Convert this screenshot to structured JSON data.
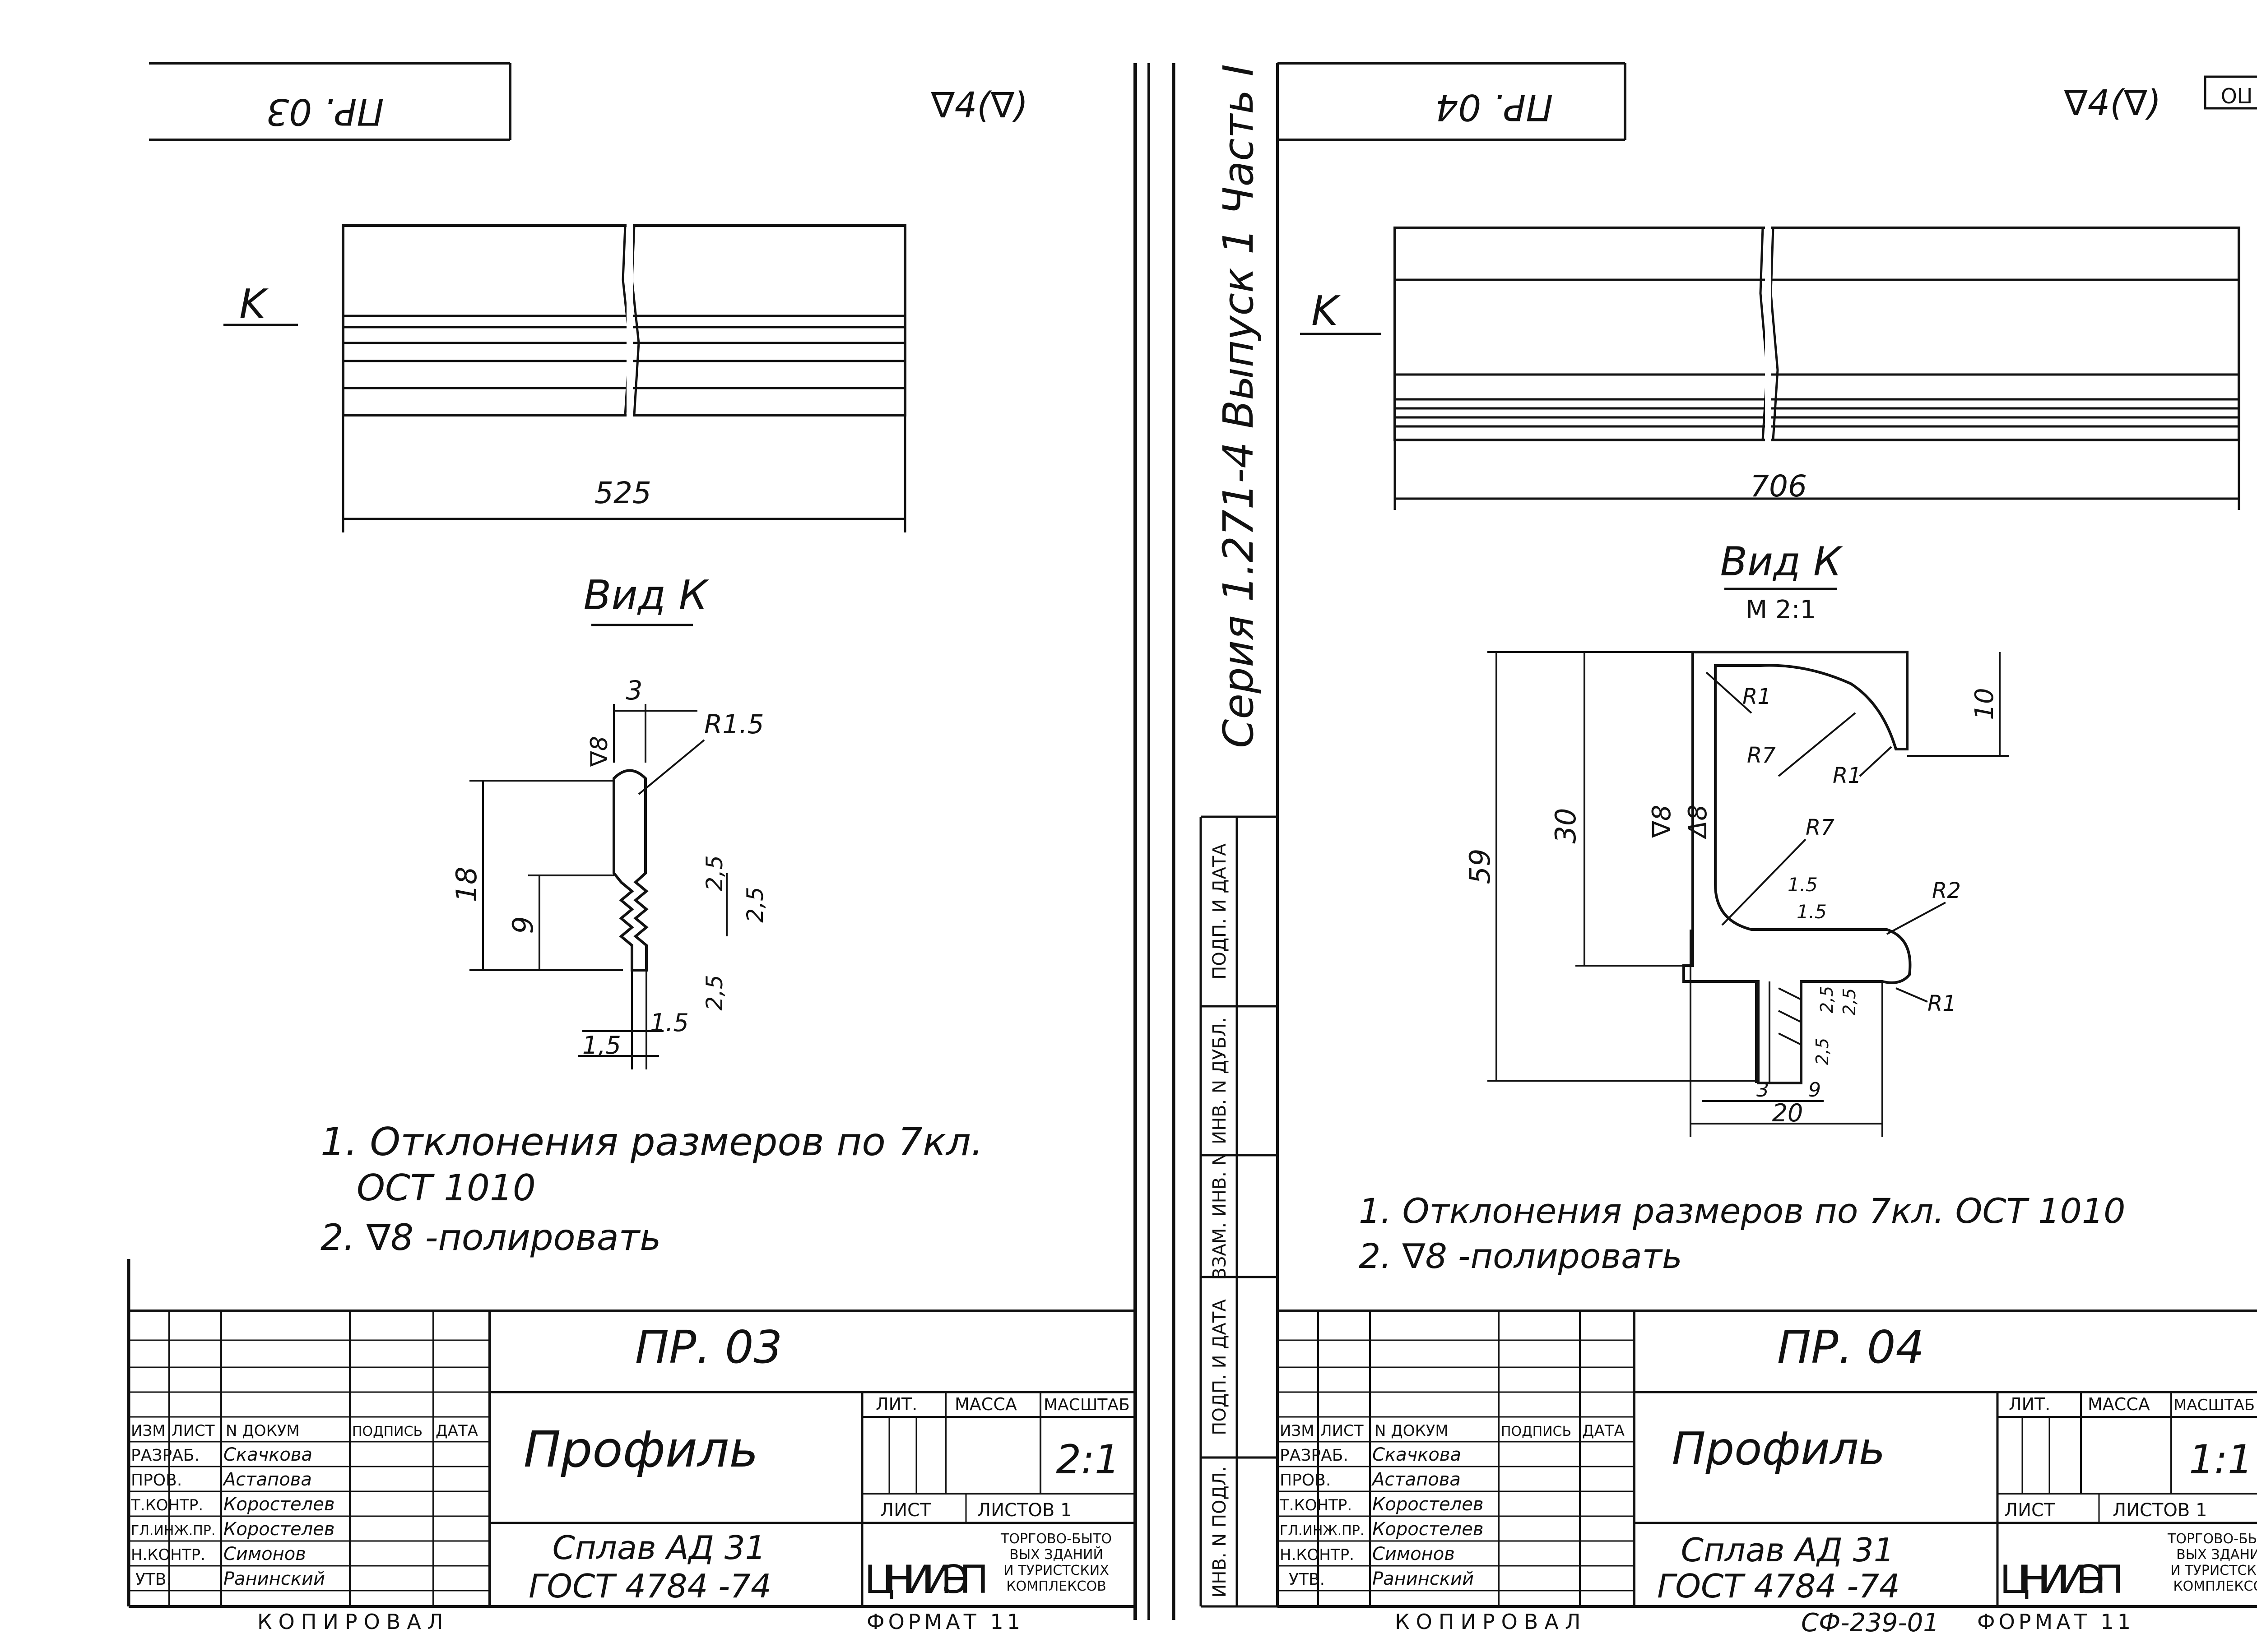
{
  "sheets": [
    {
      "tab": "ПР. 03",
      "roughness": "∇4(∇)",
      "length": "525",
      "view": "Вид К",
      "view_scale": "",
      "dims": {
        "w3": "3",
        "r15": "R1.5",
        "v8": "∇8",
        "h18": "18",
        "h9": "9",
        "d25a": "2,5",
        "d25b": "2,5",
        "d25c": "2,5",
        "d15a": "1.5",
        "d15b": "1,5"
      },
      "notes": [
        "1. Отклонения размеров по 7кл.",
        "ОСТ 1010",
        "2. ∇8 -полировать"
      ],
      "designation": "ПР. 03",
      "name": "Профиль",
      "material": [
        "Сплав АД 31",
        "ГОСТ 4784 -74"
      ],
      "scale": "2:1",
      "org": [
        "ЦНИИЭП",
        "ТОРГОВО-БЫТО",
        "ВЫХ ЗДАНИЙ",
        "И ТУРИСТСКИХ",
        "КОМПЛЕКСОВ"
      ],
      "copied": "КОПИРОВАЛ",
      "format": "ФОРМАТ 11",
      "people": [
        {
          "role": "РАЗРАБ.",
          "name": "Скачкова"
        },
        {
          "role": "ПРОВ.",
          "name": "Астапова"
        },
        {
          "role": "Т.КОНТР.",
          "name": "Коростелев"
        },
        {
          "role": "ГЛ.ИНЖ.ПР.",
          "name": "Коростелев"
        },
        {
          "role": "Н.КОНТР.",
          "name": "Симонов"
        },
        {
          "role": "УТВ.",
          "name": "Ранинский"
        }
      ]
    },
    {
      "tab": "ПР. 04",
      "roughness": "∇4(∇)",
      "length": "706",
      "view": "Вид К",
      "view_scale": "М 2:1",
      "dims": {
        "r1a": "R1",
        "r7a": "R7",
        "r1b": "R1",
        "h10": "10",
        "h30": "30",
        "h59": "59",
        "v8": "∇8",
        "d8": "Δ8",
        "r7b": "R7",
        "d15a": "1.5",
        "d15b": "1.5",
        "r2": "R2",
        "r1c": "R1",
        "d25a": "2,5",
        "d25b": "2,5",
        "d25c": "2,5",
        "w3": "3",
        "w9": "9",
        "w20": "20"
      },
      "notes": [
        "1. Отклонения размеров по 7кл. ОСТ 1010",
        "2. ∇8 -полировать"
      ],
      "designation": "ПР. 04",
      "name": "Профиль",
      "material": [
        "Сплав АД 31",
        "ГОСТ 4784 -74"
      ],
      "scale": "1:1",
      "org": [
        "ЦНИИЭП",
        "ТОРГОВО-БЫТО",
        "ВЫХ ЗДАНИЙ",
        "И ТУРИСТСКИХ",
        "КОМПЛЕКСОВ"
      ],
      "copied": "КОПИРОВАЛ",
      "format": "ФОРМАТ 11",
      "people": [
        {
          "role": "РАЗРАБ.",
          "name": "Скачкова"
        },
        {
          "role": "ПРОВ.",
          "name": "Астапова"
        },
        {
          "role": "Т.КОНТР.",
          "name": "Коростелев"
        },
        {
          "role": "ГЛ.ИНЖ.ПР.",
          "name": "Коростелев"
        },
        {
          "role": "Н.КОНТР.",
          "name": "Симонов"
        },
        {
          "role": "УТВ.",
          "name": "Ранинский"
        }
      ],
      "corner_code": "ПО"
    }
  ],
  "titleblock_headers": {
    "izm": "ИЗМ",
    "list": "ЛИСТ",
    "ndoc": "N ДОКУМ",
    "podp": "ПОДПИСЬ",
    "data": "ДАТА",
    "lit": "ЛИТ.",
    "massa": "МАССА",
    "masshtab": "МАСШТАБ",
    "list2": "ЛИСТ",
    "listov": "ЛИСТОВ 1"
  },
  "series_label": "Серия 1.271-4 Выпуск 1 Часть I",
  "stamp_cells": [
    "ПОДП. И ДАТА",
    "ИНВ. N ДУБЛ.",
    "ВЗАМ. ИНВ. N",
    "ПОДП. И ДАТА",
    "ИНВ. N ПОДЛ."
  ],
  "doc_code": "СФ-239-01"
}
